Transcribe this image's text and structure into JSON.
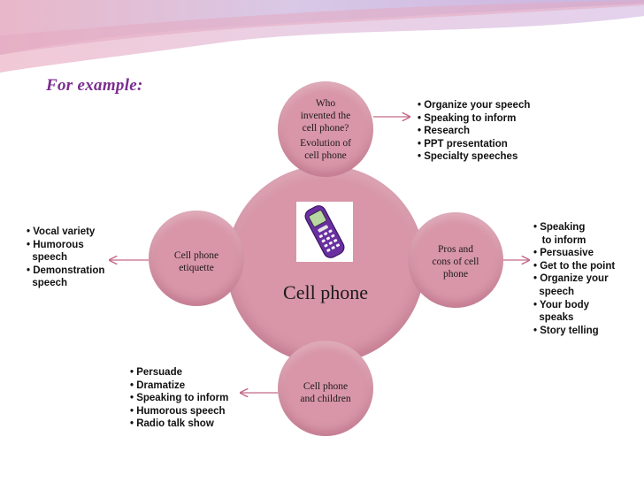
{
  "heading": "For example:",
  "center": {
    "label": "Cell phone"
  },
  "nodes": {
    "top": {
      "line1": "Who",
      "line2": "invented the",
      "line3": "cell phone?",
      "line4": "Evolution of",
      "line5": "cell phone"
    },
    "left": {
      "line1": "Cell phone",
      "line2": "etiquette"
    },
    "right": {
      "line1": "Pros and",
      "line2": "cons of cell",
      "line3": "phone"
    },
    "bottom": {
      "line1": "Cell phone",
      "line2": "and children"
    }
  },
  "lists": {
    "top_right": [
      "• Organize your speech",
      "• Speaking to inform",
      "• Research",
      "• PPT presentation",
      "• Specialty speeches"
    ],
    "left": [
      "• Vocal variety",
      "• Humorous",
      "  speech",
      "• Demonstration",
      "  speech"
    ],
    "right": [
      "• Speaking",
      "   to inform",
      "• Persuasive",
      "• Get to the point",
      "• Organize your",
      "  speech",
      "• Your body",
      "  speaks",
      "• Story telling"
    ],
    "bottom": [
      "• Persuade",
      "• Dramatize",
      "• Speaking to inform",
      "• Humorous speech",
      "• Radio talk show"
    ]
  },
  "colors": {
    "circle": "#d896a8",
    "arrow": "#c46a86",
    "heading": "#7b2c8f"
  },
  "icons": {
    "center": "cell-phone-icon"
  }
}
